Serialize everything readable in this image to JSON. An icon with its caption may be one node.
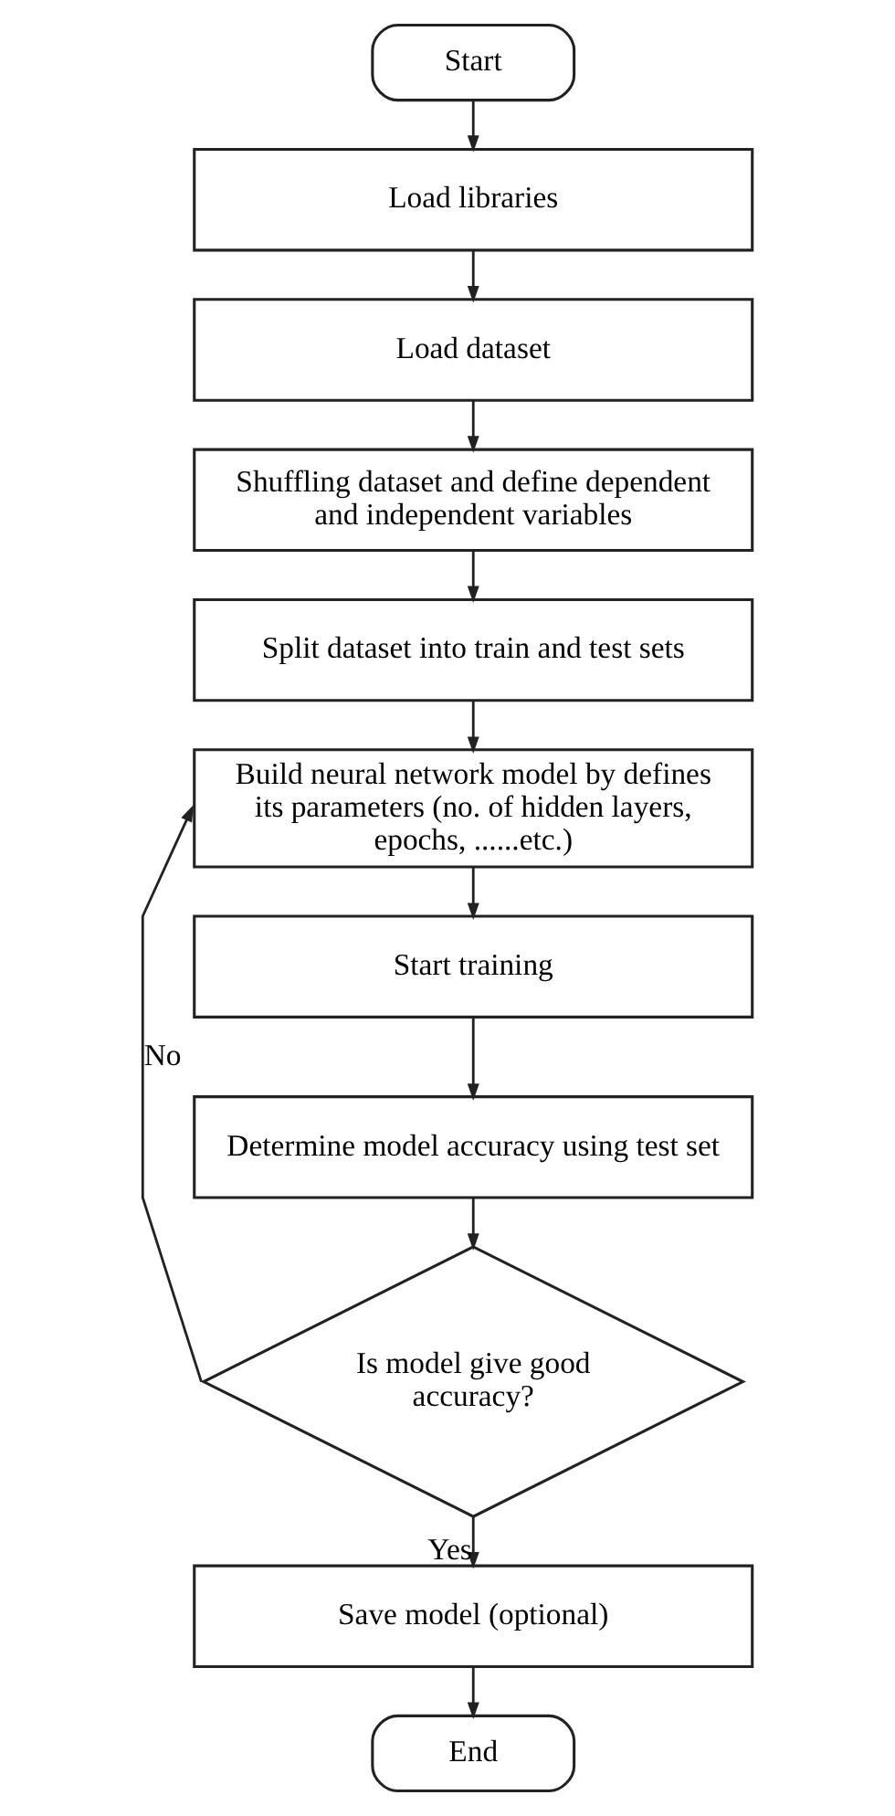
{
  "diagram": {
    "nodes": [
      {
        "text": [
          "Start"
        ]
      },
      {
        "text": [
          "Load libraries"
        ]
      },
      {
        "text": [
          "Load dataset"
        ]
      },
      {
        "text": [
          "Shuffling dataset and define dependent and independent variables"
        ]
      },
      {
        "text": [
          "Split dataset into train and test sets"
        ]
      },
      {
        "text": [
          "Build neural network model by defines its parameters (no. of hidden layers, epochs, ......etc.)"
        ]
      },
      {
        "text": [
          "Start training"
        ]
      },
      {
        "text": [
          "Determine model accuracy using test set"
        ]
      },
      {
        "text": [
          "Is model give good accuracy?"
        ]
      },
      {
        "text": [
          "Save model (optional)"
        ]
      },
      {
        "text": [
          "End"
        ]
      }
    ],
    "edges": [
      {
        "from": 0,
        "to": 1,
        "arrow": "to"
      },
      {
        "from": 1,
        "to": 2,
        "arrow": "to"
      },
      {
        "from": 2,
        "to": 3,
        "arrow": "to"
      },
      {
        "from": 3,
        "to": 4,
        "arrow": "to"
      },
      {
        "from": 4,
        "to": 5,
        "arrow": "to"
      },
      {
        "from": 5,
        "to": 6,
        "arrow": "to"
      },
      {
        "from": 6,
        "to": 7,
        "arrow": "to"
      },
      {
        "from": 7,
        "to": 8,
        "arrow": "to"
      },
      {
        "from": 8,
        "to": 5,
        "arrow": "to",
        "label": "No"
      },
      {
        "from": 8,
        "to": 9,
        "arrow": "to",
        "label": "Yes"
      },
      {
        "from": 9,
        "to": 10,
        "arrow": "to"
      }
    ]
  }
}
